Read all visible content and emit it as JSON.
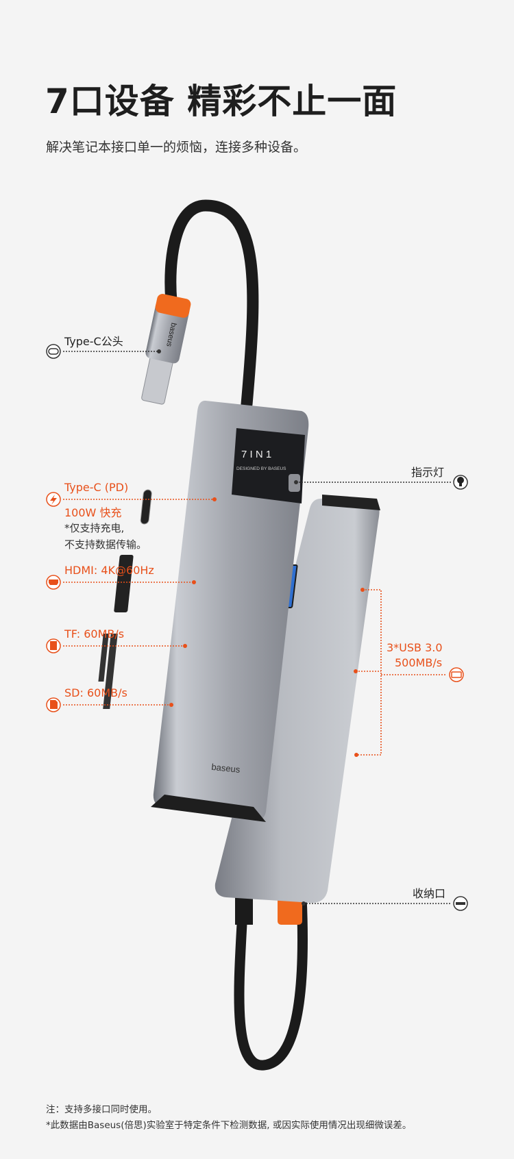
{
  "header": {
    "title": "7口设备 精彩不止一面",
    "subtitle": "解决笔记本接口单一的烦恼，连接多种设备。"
  },
  "product": {
    "screen_text": "7 I N 1",
    "screen_subtext": "DESIGNED BY BASEUS",
    "brand": "baseus"
  },
  "callouts": {
    "typec_male": {
      "label": "Type-C公头",
      "icon": "usb-c-plug-icon"
    },
    "indicator": {
      "label": "指示灯",
      "icon": "light-bulb-icon"
    },
    "typec_pd": {
      "label": "Type-C (PD)",
      "power": "100W 快充",
      "note1": "*仅支持充电,",
      "note2": "不支持数据传输。",
      "icon": "lightning-icon"
    },
    "hdmi": {
      "label": "HDMI: 4K@60Hz",
      "icon": "hdmi-port-icon"
    },
    "tf": {
      "label": "TF: 60MB/s",
      "icon": "tf-card-icon"
    },
    "sd": {
      "label": "SD: 60MB/s",
      "icon": "sd-card-icon"
    },
    "usb": {
      "label": "3*USB 3.0",
      "speed": "500MB/s",
      "icon": "usb-port-icon"
    },
    "storage": {
      "label": "收纳口",
      "icon": "storage-slot-icon"
    }
  },
  "footnotes": {
    "line1": "注：支持多接口同时使用。",
    "line2": "*此数据由Baseus(倍思)实验室于特定条件下检测数据, 或因实际使用情况出现细微误差。"
  },
  "colors": {
    "accent": "#e8501a",
    "text": "#1e1e1e",
    "background": "#f4f4f4",
    "body": "#8e9199"
  }
}
